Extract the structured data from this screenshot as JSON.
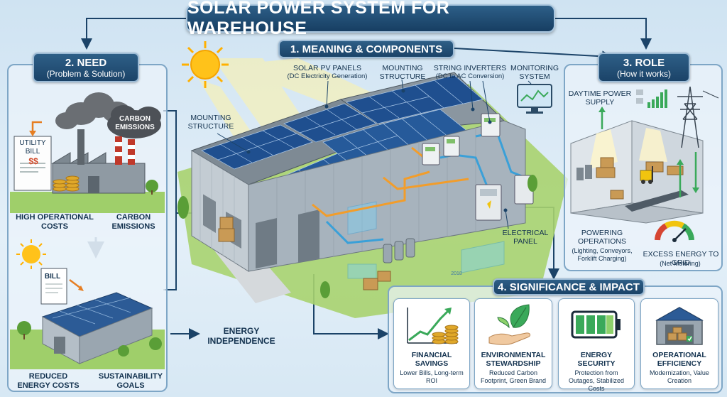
{
  "title": "SOLAR POWER SYSTEM FOR WAREHOUSE",
  "sections": {
    "meaning": {
      "title": "1. MEANING & COMPONENTS"
    },
    "need": {
      "title": "2. NEED",
      "subtitle": "(Problem & Solution)"
    },
    "role": {
      "title": "3. ROLE",
      "subtitle": "(How it works)"
    },
    "significance": {
      "title": "4. SIGNIFICANCE & IMPACT"
    }
  },
  "components": {
    "solar_panels": {
      "label": "SOLAR PV PANELS",
      "sub": "(DC Electricity Generation)"
    },
    "mounting_top": {
      "label": "MOUNTING STRUCTURE"
    },
    "string_inverters": {
      "label": "STRING INVERTERS",
      "sub": "(DC to AC Conversion)"
    },
    "monitoring": {
      "label": "MONITORING SYSTEM"
    },
    "mounting_left": {
      "label": "MOUNTING STRUCTURE"
    },
    "electrical_panel": {
      "label": "ELECTRICAL PANEL"
    },
    "monitor_year": "2018"
  },
  "need": {
    "carbon_cloud": "CARBON EMISSIONS",
    "utility_bill": "UTILITY BILL",
    "bill_amount": "$$",
    "high_costs": "HIGH OPERATIONAL COSTS",
    "carbon_emissions": "CARBON EMISSIONS",
    "bill": "BILL",
    "reduced_costs": "REDUCED ENERGY COSTS",
    "sustainability": "SUSTAINABILITY GOALS",
    "independence": "ENERGY INDEPENDENCE"
  },
  "role": {
    "daytime": "DAYTIME POWER SUPPLY",
    "powering": "POWERING OPERATIONS",
    "powering_sub": "(Lighting, Conveyors, Forklift Charging)",
    "excess": "EXCESS ENERGY TO GRID",
    "excess_sub": "(Net Metering)"
  },
  "impact_cards": [
    {
      "title": "FINANCIAL SAVINGS",
      "desc": "Lower Bills, Long-term ROI",
      "icon": "coins-growth-icon"
    },
    {
      "title": "ENVIRONMENTAL STEWARDSHIP",
      "desc": "Reduced Carbon Footprint, Green Brand",
      "icon": "leaf-hand-icon"
    },
    {
      "title": "ENERGY SECURITY",
      "desc": "Protection from Outages, Stabilized Costs",
      "icon": "battery-icon"
    },
    {
      "title": "OPERATIONAL EFFICIENCY",
      "desc": "Modernization, Value Creation",
      "icon": "warehouse-icon"
    }
  ],
  "colors": {
    "navy": "#1b4368",
    "panel_blue": "#2a5f9e",
    "sun": "#ffc21a",
    "dc_cable": "#f29d2b",
    "ac_cable": "#3aa0d8",
    "grass": "#7bbf3f"
  }
}
